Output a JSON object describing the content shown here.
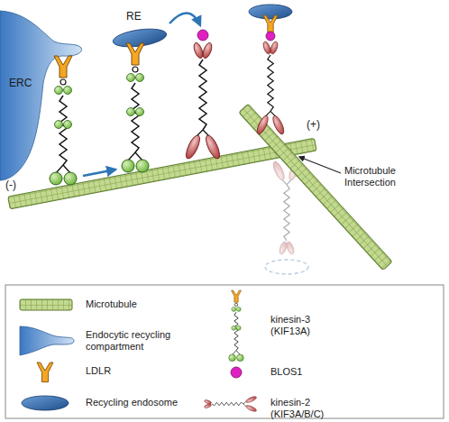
{
  "diagram": {
    "nodes": [
      {
        "text": [
          "ERC"
        ]
      },
      {
        "text": [
          "RE"
        ]
      }
    ],
    "labels": [
      "(-)",
      "(+)",
      "Microtubule Intersection"
    ],
    "legend": [
      {
        "text": "Microtubule"
      },
      {
        "text": "Endocytic recycling compartment"
      },
      {
        "text": "LDLR"
      },
      {
        "text": "Recycling endosome"
      },
      {
        "text": "kinesin-3 (KIF13A)"
      },
      {
        "text": "BLOS1"
      },
      {
        "text": "kinesin-2 (KIF3A/B/C)"
      }
    ]
  }
}
